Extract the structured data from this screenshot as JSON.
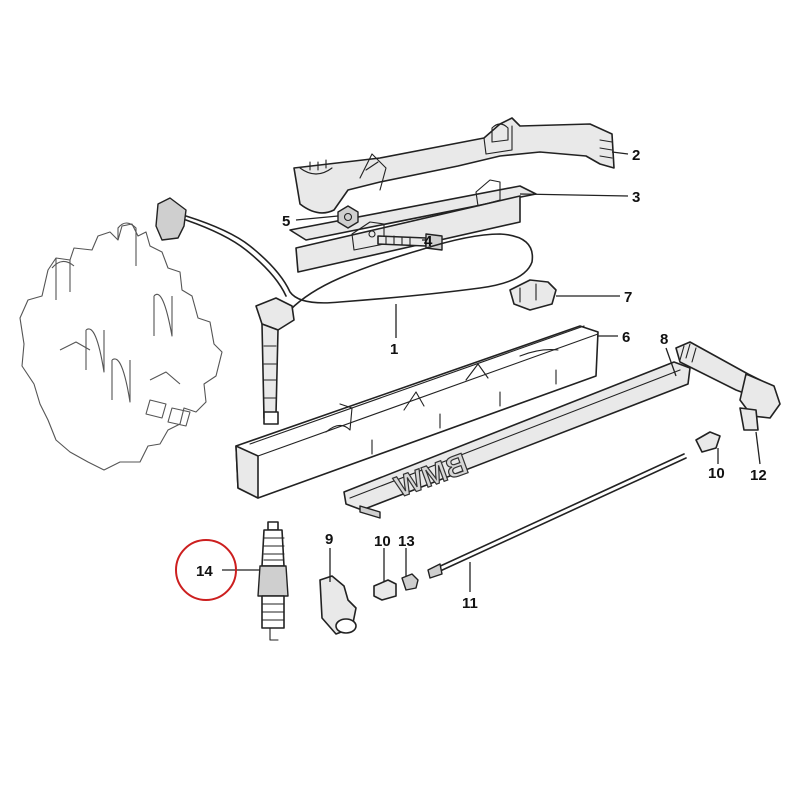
{
  "diagram": {
    "callouts": [
      {
        "id": "c1",
        "label": "1"
      },
      {
        "id": "c2",
        "label": "2"
      },
      {
        "id": "c3",
        "label": "3"
      },
      {
        "id": "c4",
        "label": "4"
      },
      {
        "id": "c5",
        "label": "5"
      },
      {
        "id": "c6",
        "label": "6"
      },
      {
        "id": "c7",
        "label": "7"
      },
      {
        "id": "c8",
        "label": "8"
      },
      {
        "id": "c9",
        "label": "9"
      },
      {
        "id": "c10a",
        "label": "10"
      },
      {
        "id": "c10b",
        "label": "10"
      },
      {
        "id": "c11",
        "label": "11"
      },
      {
        "id": "c12",
        "label": "12"
      },
      {
        "id": "c13",
        "label": "13"
      },
      {
        "id": "c14",
        "label": "14"
      }
    ],
    "highlighted_callout": "14",
    "highlight_color": "#cc1f1f",
    "cover_logo_text": "BMW"
  }
}
